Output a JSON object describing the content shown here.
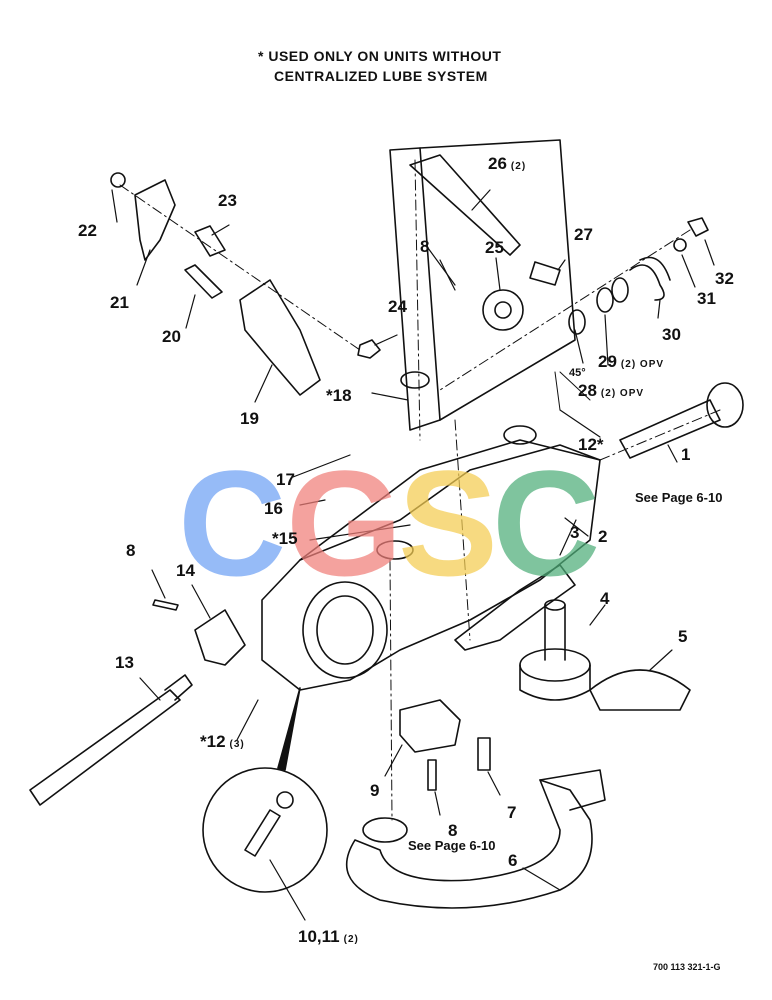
{
  "note": {
    "line1": "* USED ONLY ON UNITS WITHOUT",
    "line2": "CENTRALIZED LUBE SYSTEM"
  },
  "labels": {
    "p1": "1",
    "p1_ref": "See Page 6-10",
    "p2": "2",
    "p3": "3",
    "p4": "4",
    "p5": "5",
    "p6": "6",
    "p7": "7",
    "p8a": "8",
    "p8b": "8",
    "p8c": "8",
    "p8c_ref": "See Page 6-10",
    "p9": "9",
    "p10_11": "10,11",
    "p10_11_qty": "(2)",
    "p12_star": "12*",
    "p12_3": "*12",
    "p12_3_qty": "(3)",
    "p13": "13",
    "p14": "14",
    "p15": "*15",
    "p16": "16",
    "p17": "17",
    "p18": "*18",
    "p19": "19",
    "p20": "20",
    "p21": "21",
    "p22": "22",
    "p23": "23",
    "p24": "24",
    "p25": "25",
    "p26": "26",
    "p26_qty": "(2)",
    "p27": "27",
    "p28": "28",
    "p28_qty": "(2) OPV",
    "p29": "29",
    "p29_qty": "(2) OPV",
    "p30": "30",
    "p31": "31",
    "p32": "32",
    "angle": "45°"
  },
  "figure_id": "700 113 321-1-G",
  "watermark": {
    "letters": [
      "C",
      "G",
      "S",
      "C"
    ],
    "colors": [
      "#6fa1f5",
      "#f07f7a",
      "#f5cd52",
      "#4fae7a"
    ]
  }
}
